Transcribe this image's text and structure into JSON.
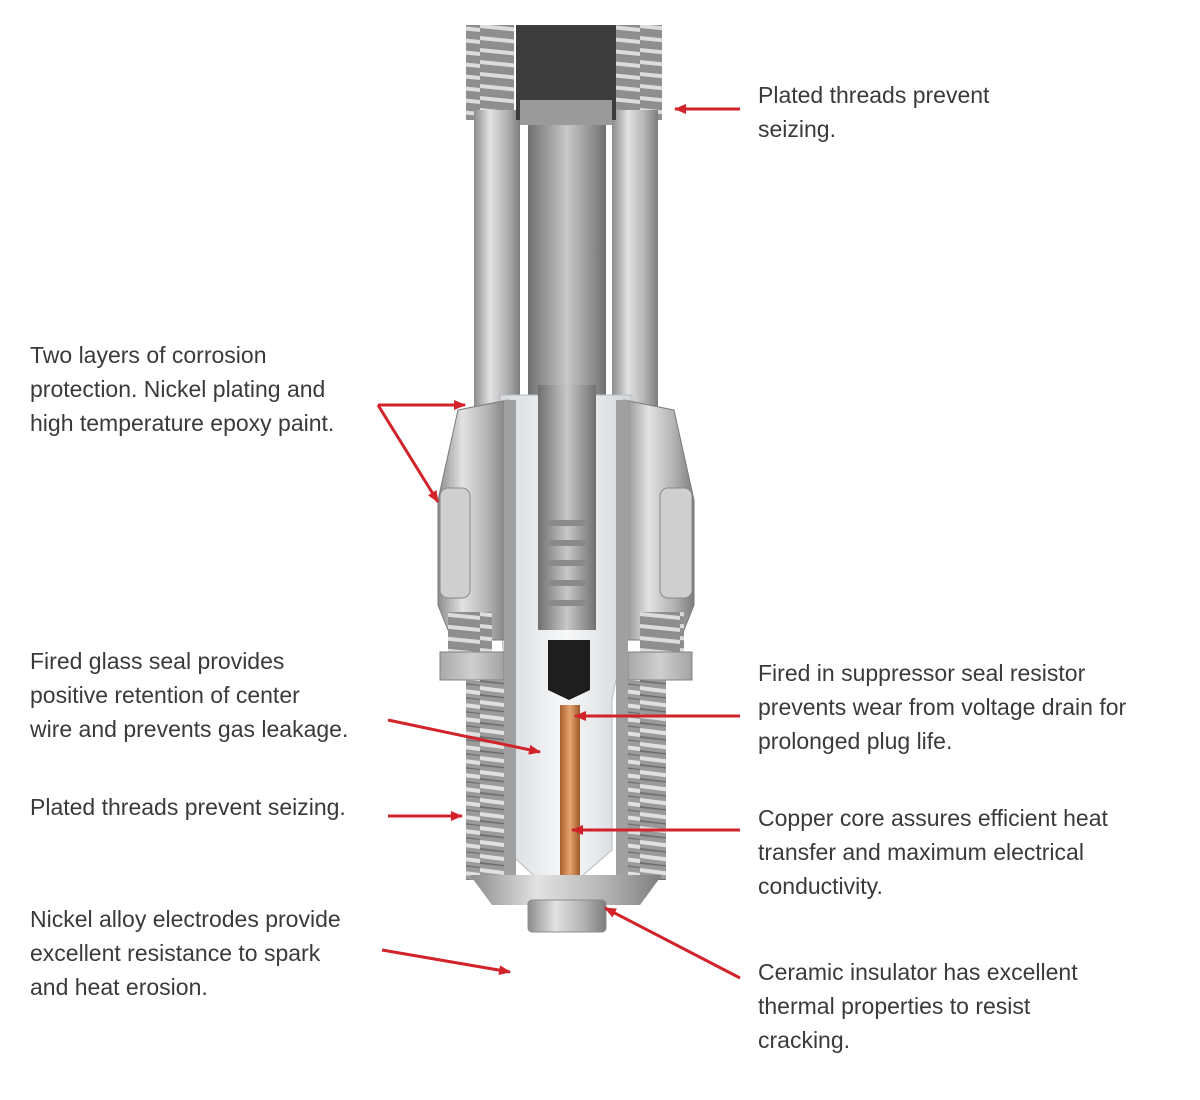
{
  "callouts": {
    "top_threads": "Plated threads prevent\nseizing.",
    "corrosion": "Two layers of corrosion\nprotection. Nickel plating and\nhigh temperature epoxy paint.",
    "glass_seal": "Fired glass seal provides\npositive retention of center\nwire and prevents gas leakage.",
    "bottom_threads": "Plated threads prevent seizing.",
    "electrodes": "Nickel alloy electrodes provide\nexcellent resistance to spark\nand heat erosion.",
    "resistor": "Fired in suppressor seal resistor\nprevents wear from voltage drain for\nprolonged plug life.",
    "copper_core": "Copper core assures efficient heat\ntransfer and maximum electrical\nconductivity.",
    "insulator": "Ceramic insulator has excellent\nthermal properties to resist\ncracking."
  },
  "colors": {
    "arrow": "#d2232a",
    "text": "#3a3a3a",
    "metal": "#b9b9b9",
    "ceramic": "#eef0f2",
    "copper": "#c9804a"
  }
}
